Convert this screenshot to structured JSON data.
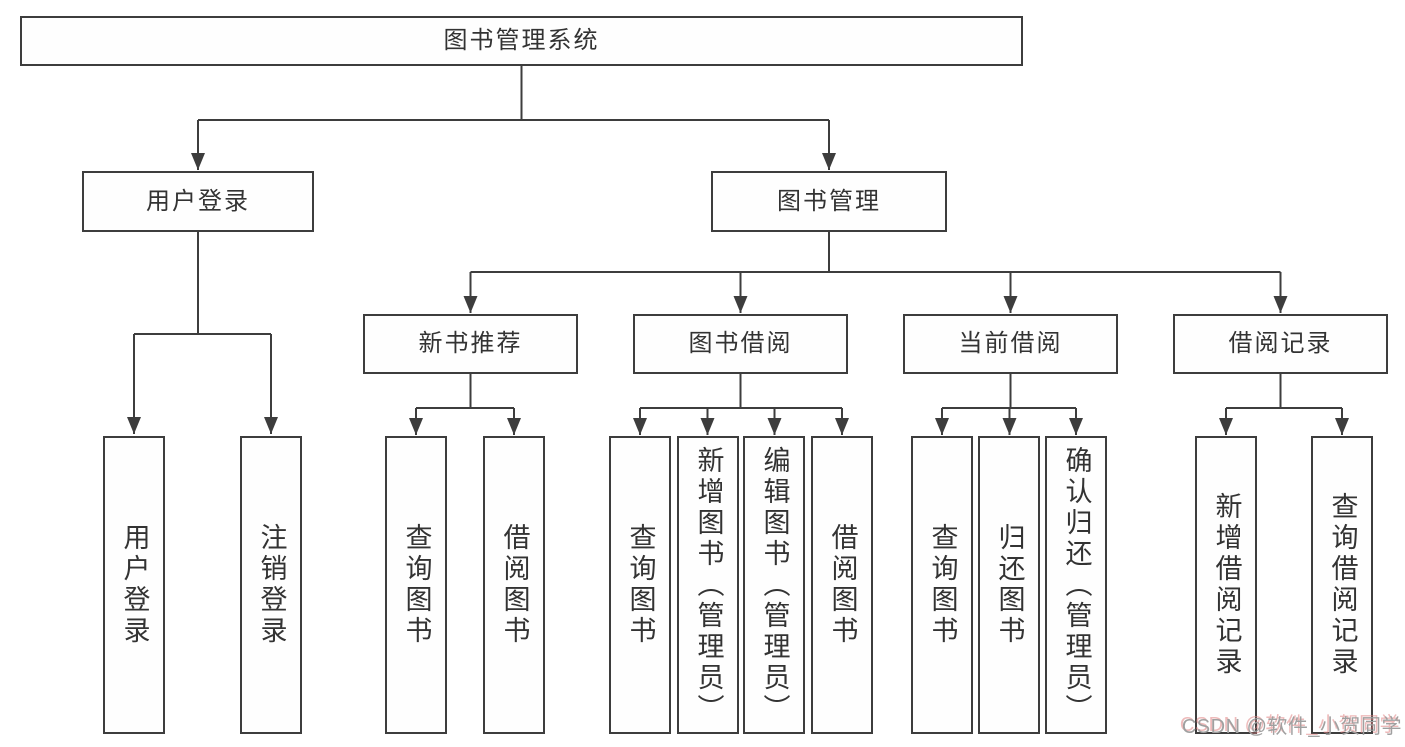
{
  "diagram_title": "图书管理系统",
  "tree": {
    "label": "图书管理系统",
    "children": [
      {
        "label": "用户登录",
        "children": [
          {
            "label": "用户登录"
          },
          {
            "label": "注销登录"
          }
        ]
      },
      {
        "label": "图书管理",
        "children": [
          {
            "label": "新书推荐",
            "children": [
              {
                "label": "查询图书"
              },
              {
                "label": "借阅图书"
              }
            ]
          },
          {
            "label": "图书借阅",
            "children": [
              {
                "label": "查询图书"
              },
              {
                "label": "新增图书（管理员）"
              },
              {
                "label": "编辑图书（管理员）"
              },
              {
                "label": "借阅图书"
              }
            ]
          },
          {
            "label": "当前借阅",
            "children": [
              {
                "label": "查询图书"
              },
              {
                "label": "归还图书"
              },
              {
                "label": "确认归还（管理员）"
              }
            ]
          },
          {
            "label": "借阅记录",
            "children": [
              {
                "label": "新增借阅记录"
              },
              {
                "label": "查询借阅记录"
              }
            ]
          }
        ]
      }
    ]
  },
  "watermark": {
    "text": "CSDN @软件_小贺同学"
  },
  "colors": {
    "background": "#FFFFFF",
    "line": "#3D3D3D",
    "box_border": "#3D3D3D",
    "text": "#333333",
    "watermark_text": "#A0A0A0",
    "watermark_shadow": "#E08282"
  }
}
